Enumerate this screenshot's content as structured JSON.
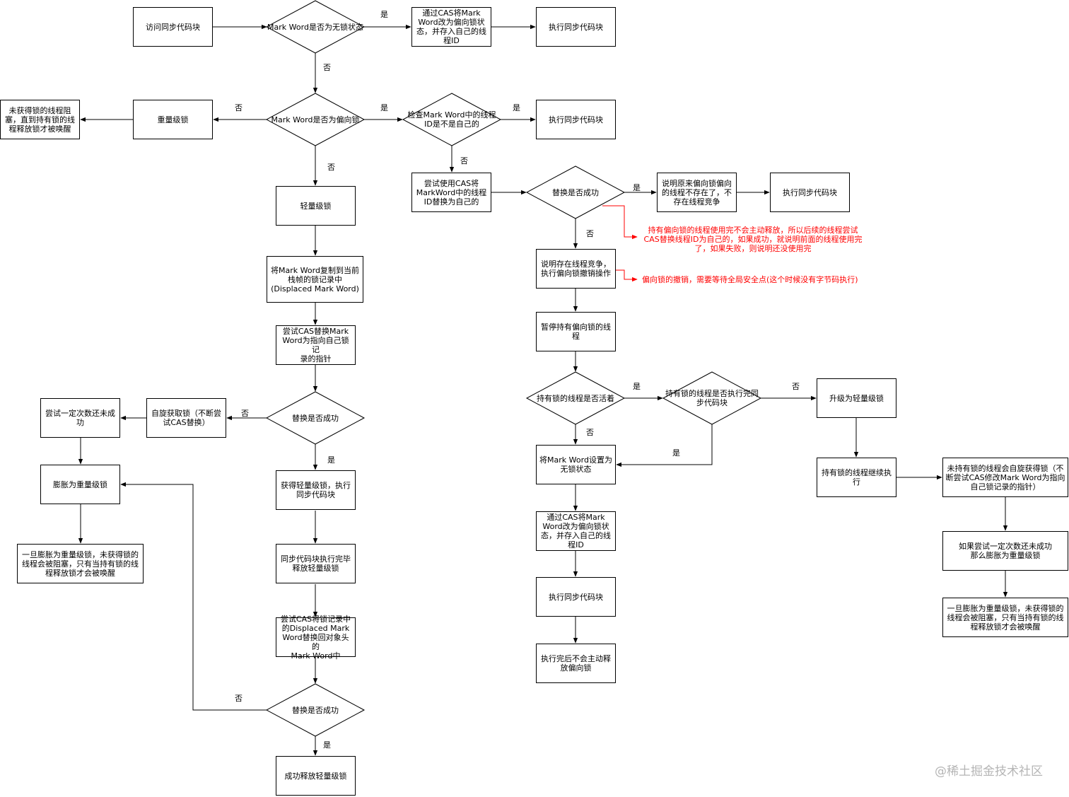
{
  "nodes": {
    "n1": "访问同步代码块",
    "d1": "Mark Word是否为无锁状态",
    "n2": "通过CAS将Mark\nWord改为偏向锁状\n态，并存入自己的线\n程ID",
    "n3": "执行同步代码块",
    "d2": "Mark Word是否为偏向锁",
    "heavy": "重量级锁",
    "blocked": "未获得锁的线程阻\n塞，直到持有锁的线\n程释放锁才被唤醒",
    "d3": "检查Mark Word中的线程\nID是不是自己的",
    "n4": "执行同步代码块",
    "light": "轻量级锁",
    "copy": "将Mark Word复制到当前\n栈帧的锁记录中\n(Displaced Mark Word)",
    "cas1": "尝试CAS替换Mark\nWord为指向自己锁记\n录的指针",
    "d4": "替换是否成功",
    "spin": "自旋获取锁（不断尝\n试CAS替换）",
    "tryfail": "尝试一定次数还未成\n功",
    "inflate": "膨胀为重量级锁",
    "inflnote": "一旦膨胀为重量级锁，未获得锁的\n线程会被阻塞，只有当持有锁的线\n程释放锁才会被唤醒",
    "getlight": "获得轻量级锁，执行\n同步代码块",
    "release": "同步代码块执行完毕\n释放轻量级锁",
    "cas2": "尝试CAS将锁记录中\n的Displaced Mark\nWord替换回对象头的\nMark Word中",
    "d5": "替换是否成功",
    "succrel": "成功释放轻量级锁",
    "trycas": "尝试使用CAS将\nMarkWord中的线程\nID替换为自己的",
    "d6": "替换是否成功",
    "nocomp": "说明原来偏向锁偏向\n的线程不存在了，不\n存在线程竞争",
    "n5": "执行同步代码块",
    "comp": "说明存在线程竞争，\n执行偏向锁撤销操作",
    "pause": "暂停持有偏向锁的线\n程",
    "d7": "持有锁的线程是否活着",
    "d8": "持有锁的线程是否执行完同\n步代码块",
    "uplight": "升级为轻量级锁",
    "setfree": "将Mark Word设置为\n无锁状态",
    "cas3": "通过CAS将Mark\nWord改为偏向锁状\n态，并存入自己的线\n程ID",
    "n6": "执行同步代码块",
    "n7": "执行完后不会主动释\n放偏向锁",
    "cont": "持有锁的线程继续执\n行",
    "spin2": "未持有锁的线程会自旋获得锁（不\n断尝试CAS修改Mark Word为指向\n自己锁记录的指针）",
    "inflate2": "如果尝试一定次数还未成功\n那么膨胀为重量级锁",
    "inflnote2": "一旦膨胀为重量级锁，未获得锁的\n线程会被阻塞，只有当持有锁的线\n程释放锁才会被唤醒"
  },
  "edge_labels": {
    "yes": "是",
    "no": "否"
  },
  "notes": {
    "note1": "持有偏向锁的线程使用完不会主动释放，所以后续的线程尝试\nCAS替换线程ID为自己的，如果成功，就说明前面的线程使用完\n了，如果失败，则说明还没使用完",
    "note2": "偏向锁的撤销，需要等待全局安全点(这个时候没有字节码执行)"
  },
  "colors": {
    "note": "#ff0000",
    "line": "#000000",
    "watermark": "#b5b5b5"
  },
  "watermark": "@稀土掘金技术社区"
}
